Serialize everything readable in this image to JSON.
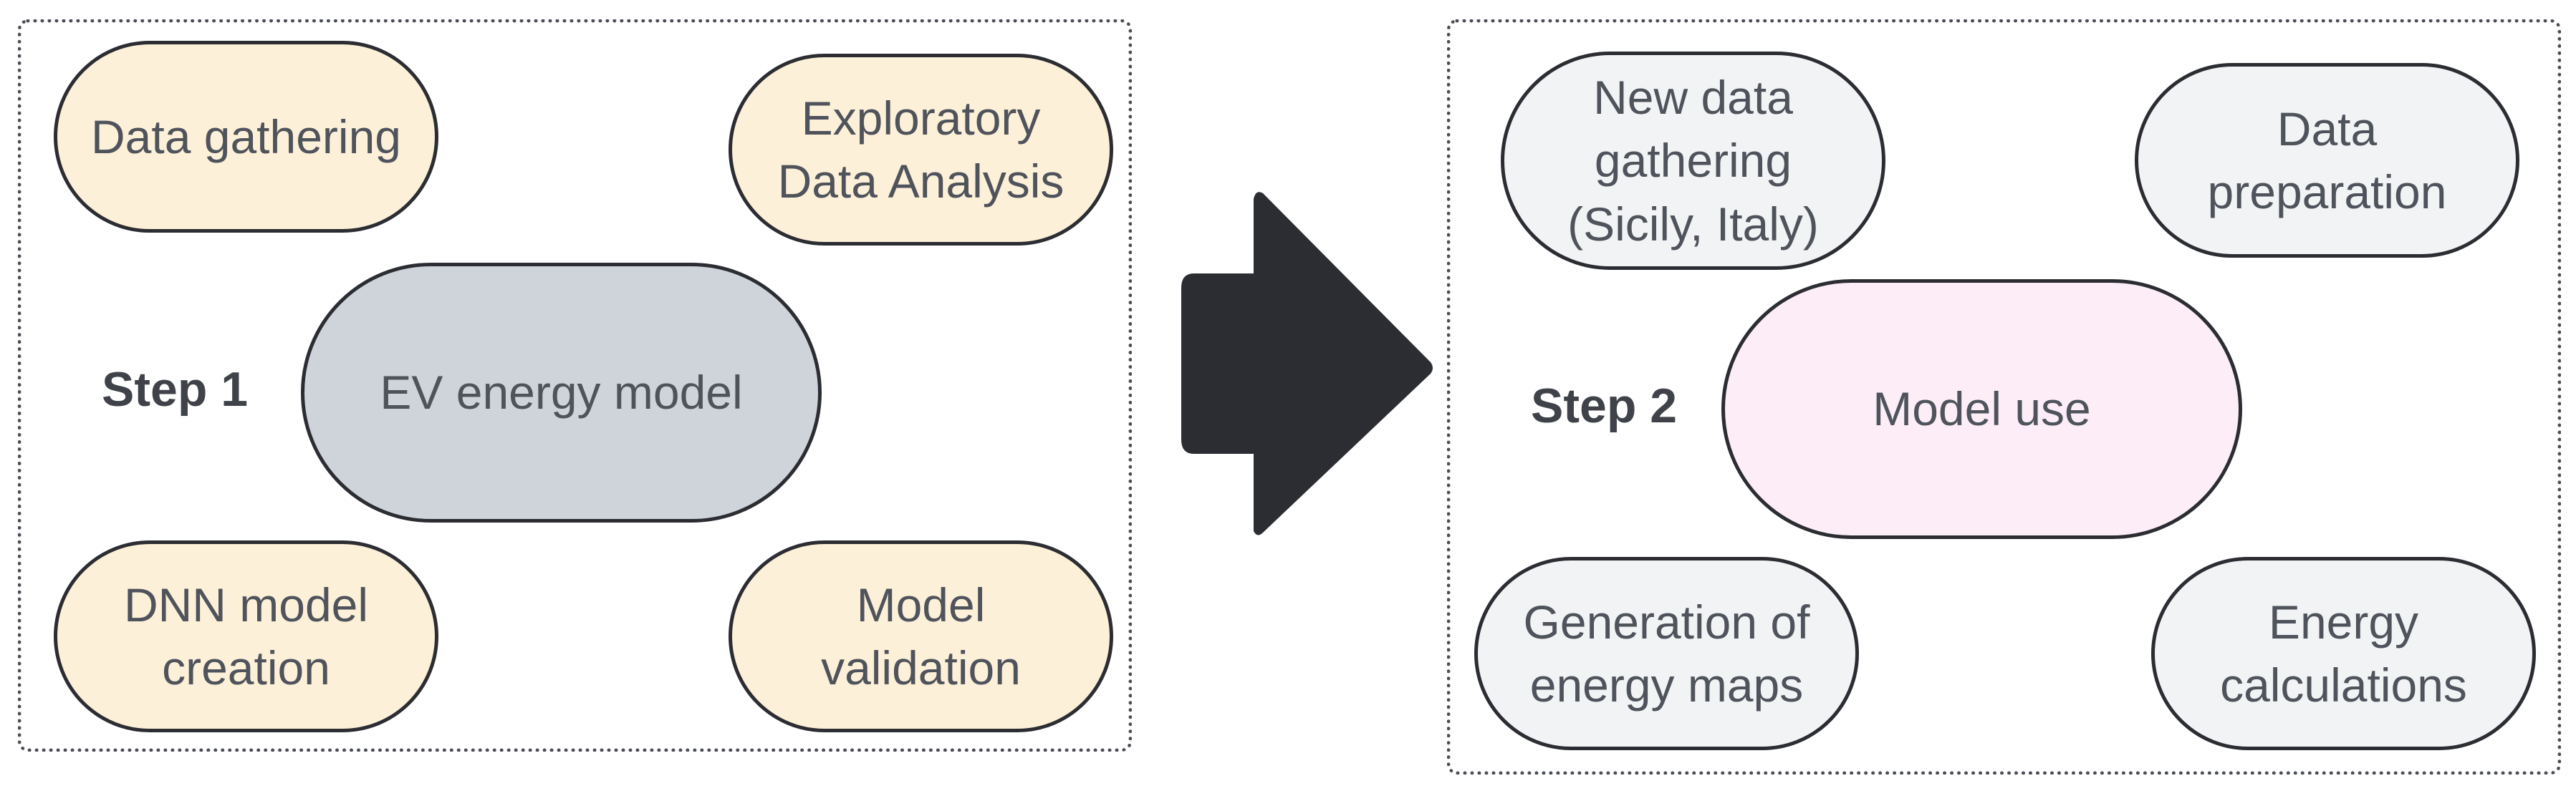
{
  "step1": {
    "label": "Step 1",
    "center": "EV energy model",
    "top_left": "Data gathering",
    "top_right": "Exploratory\nData Analysis",
    "bottom_left": "DNN model\ncreation",
    "bottom_right": "Model\nvalidation"
  },
  "step2": {
    "label": "Step 2",
    "center": "Model use",
    "top_left": "New data\ngathering\n(Sicily, Italy)",
    "top_right": "Data\npreparation",
    "bottom_left": "Generation of\nenergy maps",
    "bottom_right": "Energy\ncalculations"
  },
  "colors": {
    "step1_nodes": "#fdf0d8",
    "step1_center": "#cfd3da",
    "step2_nodes": "#f2f3f5",
    "step2_center": "#fcedf7",
    "arrow": "#2b2d33"
  }
}
